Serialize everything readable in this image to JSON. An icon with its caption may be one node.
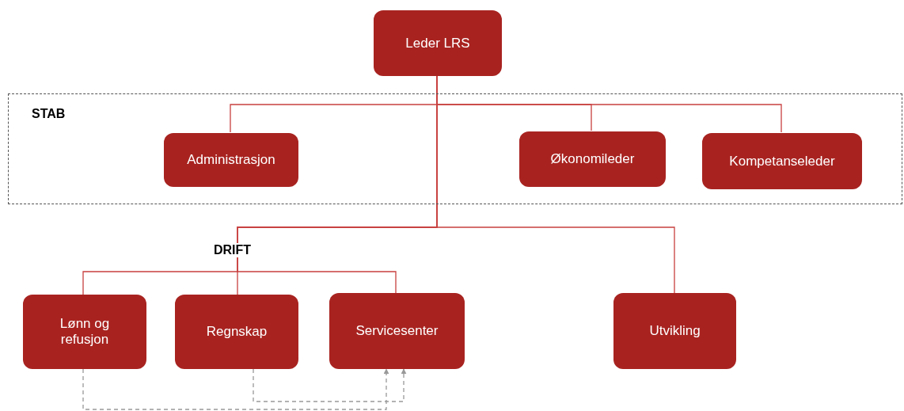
{
  "diagram": {
    "nodes": [
      {
        "text": [
          "Leder LRS"
        ]
      },
      {
        "text": [
          "STAB"
        ]
      },
      {
        "text": [
          "Administrasjon"
        ],
        "in": 1
      },
      {
        "text": [
          "Økonomileder"
        ],
        "in": 1
      },
      {
        "text": [
          "Kompetanseleder"
        ],
        "in": 1
      },
      {
        "text": [
          "Lønn og refusjon"
        ]
      },
      {
        "text": [
          "Regnskap"
        ]
      },
      {
        "text": [
          "Servicesenter"
        ]
      },
      {
        "text": [
          "Utvikling"
        ]
      }
    ],
    "edges": [
      {
        "from": 0,
        "to": 2,
        "arrow": "none"
      },
      {
        "from": 0,
        "to": 3,
        "arrow": "none"
      },
      {
        "from": 0,
        "to": 4,
        "arrow": "none"
      },
      {
        "from": 0,
        "to": 6,
        "arrow": "none"
      },
      {
        "from": 0,
        "to": 8,
        "arrow": "none"
      },
      {
        "from": 0,
        "to": 5,
        "arrow": "none"
      },
      {
        "from": 0,
        "to": 7,
        "arrow": "none"
      },
      {
        "from": 5,
        "to": 7,
        "arrow": "to",
        "style": "dashed",
        "color": "#999999"
      },
      {
        "from": 6,
        "to": 7,
        "arrow": "to",
        "style": "dashed",
        "color": "#999999"
      }
    ],
    "labels": [
      "DRIFT"
    ]
  }
}
